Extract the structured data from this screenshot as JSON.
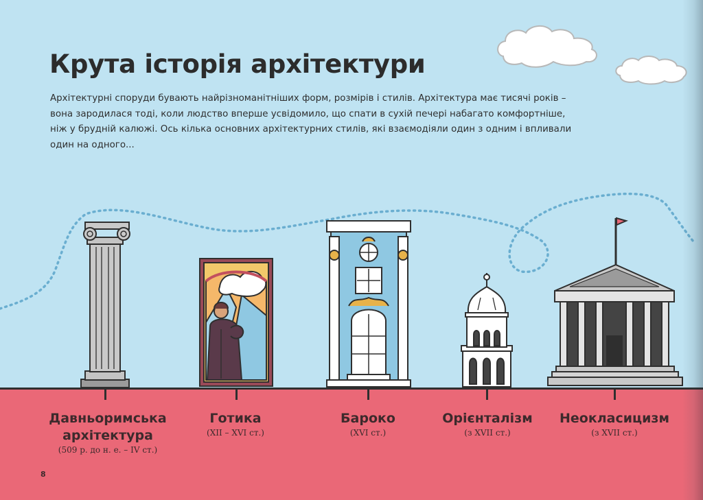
{
  "page": {
    "title": "Крута історія архітектури",
    "intro": "Архітектурні споруди бувають найрізноманітніших форм, розмірів і стилів. Архітектура має тисячі років – вона зародилася тоді, коли людство вперше усвідомило, що спати в сухій печері набагато комфортніше, ніж у брудній калюжі. Ось кілька основних архітектурних стилів, які взаємодіяли один з одним і впливали один на одного...",
    "page_number": "8"
  },
  "timeline": [
    {
      "name_line1": "Давньоримська",
      "name_line2": "архітектура",
      "date": "(509 р. до н. е. – IV ст.)",
      "illustration": "ionic-column-illustration"
    },
    {
      "name_line1": "Готика",
      "name_line2": "",
      "date": "(XII – XVI ст.)",
      "illustration": "stained-glass-monk-illustration"
    },
    {
      "name_line1": "Бароко",
      "name_line2": "",
      "date": "(XVI ст.)",
      "illustration": "baroque-facade-illustration"
    },
    {
      "name_line1": "Орієнталізм",
      "name_line2": "",
      "date": "(з XVII ст.)",
      "illustration": "domed-tower-illustration"
    },
    {
      "name_line1": "Неокласицизм",
      "name_line2": "",
      "date": "(з XVII ст.)",
      "illustration": "neoclassical-temple-illustration"
    }
  ],
  "colors": {
    "sky": "#bfe3f2",
    "ground": "#ea6877",
    "dots": "#6aaed0",
    "outline": "#2f2f2f",
    "label_text": "#3d2a2c"
  }
}
